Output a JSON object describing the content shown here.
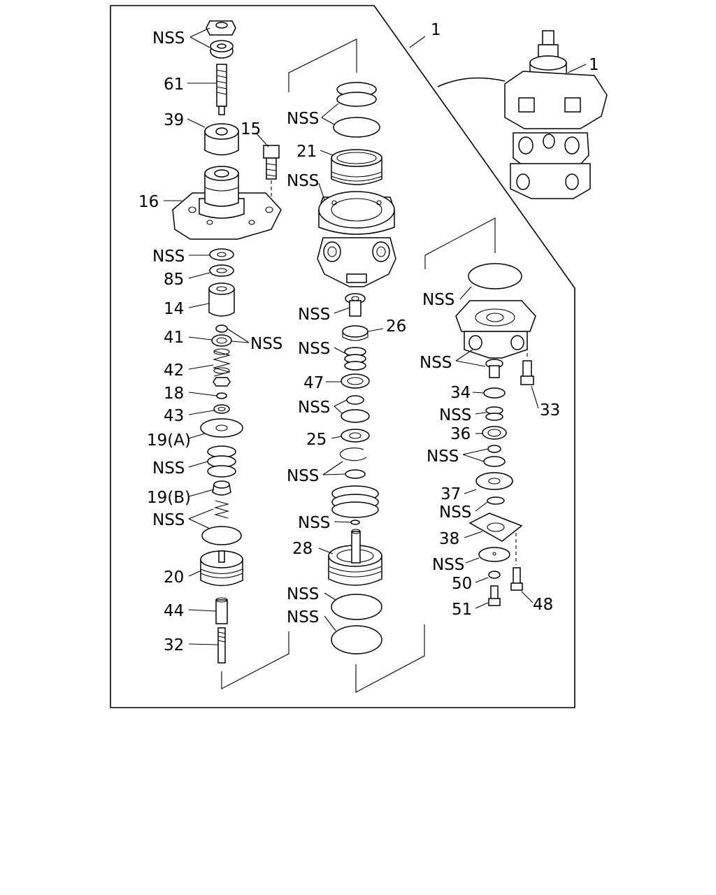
{
  "diagram": {
    "callouts": {
      "nss_top": "NSS",
      "p61": "61",
      "p39": "39",
      "p15": "15",
      "p16": "16",
      "nss_l1": "NSS",
      "p85": "85",
      "p14": "14",
      "p41": "41",
      "nss_l2": "NSS",
      "p42": "42",
      "p18": "18",
      "p43": "43",
      "p19a": "19(A)",
      "nss_l3": "NSS",
      "p19b": "19(B)",
      "nss_l4": "NSS",
      "p20": "20",
      "p44": "44",
      "p32": "32",
      "p1_group": "1",
      "nss_c1": "NSS",
      "p21": "21",
      "nss_c2": "NSS",
      "nss_c3": "NSS",
      "p26": "26",
      "nss_c4": "NSS",
      "p47": "47",
      "nss_c5": "NSS",
      "p25": "25",
      "nss_c6": "NSS",
      "nss_c7": "NSS",
      "p28": "28",
      "nss_c8": "NSS",
      "nss_c9": "NSS",
      "p1_assembly": "1",
      "nss_r1": "NSS",
      "nss_r2": "NSS",
      "p34": "34",
      "p33": "33",
      "nss_r3": "NSS",
      "p36": "36",
      "nss_r4": "NSS",
      "p37": "37",
      "nss_r5": "NSS",
      "p38": "38",
      "nss_r6": "NSS",
      "p50": "50",
      "p48": "48",
      "p51": "51"
    }
  }
}
